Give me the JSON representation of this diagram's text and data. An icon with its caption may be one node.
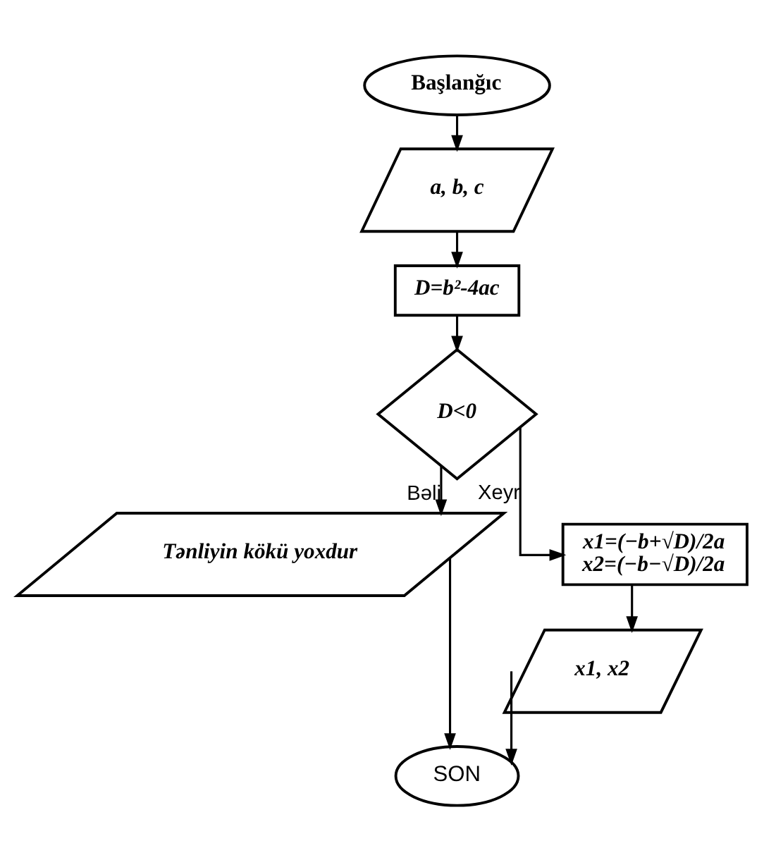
{
  "diagram": {
    "nodes": [
      {
        "text": [
          "Başlanğıc"
        ]
      },
      {
        "text": [
          "a, b, c"
        ]
      },
      {
        "text": [
          "D=b²-4ac"
        ]
      },
      {
        "text": [
          "D<0"
        ]
      },
      {
        "text": [
          "Tənliyin kökü yoxdur"
        ]
      },
      {
        "text": [
          "x1=(−b+√D)/2a",
          "x2=(−b−√D)/2a"
        ]
      },
      {
        "text": [
          "x1, x2"
        ]
      },
      {
        "text": [
          "SON"
        ]
      }
    ],
    "edges": [
      {
        "from": 0,
        "to": 1,
        "arrow": "to"
      },
      {
        "from": 1,
        "to": 2,
        "arrow": "to"
      },
      {
        "from": 2,
        "to": 3,
        "arrow": "to"
      },
      {
        "from": 3,
        "to": 4,
        "label": "Bəli",
        "arrow": "to"
      },
      {
        "from": 3,
        "to": 5,
        "label": "Xeyr",
        "arrow": "to"
      },
      {
        "from": 5,
        "to": 6,
        "arrow": "to"
      },
      {
        "from": 4,
        "to": 7,
        "arrow": "to"
      },
      {
        "from": 6,
        "to": 7,
        "arrow": "to"
      }
    ]
  }
}
